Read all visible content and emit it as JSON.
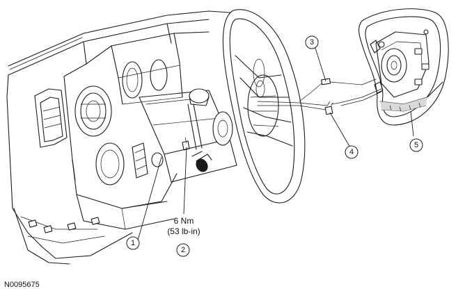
{
  "callouts": [
    {
      "id": "callout-1",
      "label": "1"
    },
    {
      "id": "callout-2",
      "label": "2"
    },
    {
      "id": "callout-3",
      "label": "3"
    },
    {
      "id": "callout-4",
      "label": "4"
    },
    {
      "id": "callout-5",
      "label": "5"
    }
  ],
  "torque_spec": {
    "line1": "6 Nm",
    "line2": "(53 lb-in)"
  },
  "figure_id": "N0095675",
  "colors": {
    "line": "#1a1a1a",
    "background": "#ffffff"
  }
}
